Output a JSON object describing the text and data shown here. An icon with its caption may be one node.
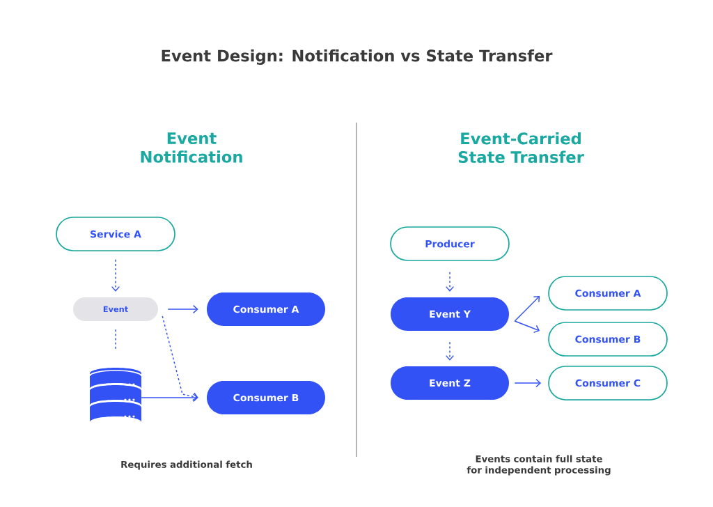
{
  "diagram": {
    "title": "Event Design: Notification vs State Transfer",
    "nodes": [
      {
        "text": [
          "Service A"
        ]
      },
      {
        "text": [
          "Event"
        ]
      },
      {
        "text": [
          "Consumer A"
        ]
      },
      {
        "text": [],
        "shape": "cylinder"
      },
      {
        "text": [
          "Consumer B"
        ]
      },
      {
        "text": [
          "Producer"
        ]
      },
      {
        "text": [
          "Event Y"
        ]
      },
      {
        "text": [
          "Consumer A"
        ]
      },
      {
        "text": [
          "Consumer B"
        ]
      },
      {
        "text": [
          "Event Z"
        ]
      },
      {
        "text": [
          "Consumer C"
        ]
      }
    ],
    "edges": [
      {
        "from": 0,
        "to": 1,
        "arrow": "to",
        "style": "dashed"
      },
      {
        "from": 1,
        "to": 3,
        "arrow": "none",
        "style": "dashed"
      },
      {
        "from": 1,
        "to": 2,
        "arrow": "to"
      },
      {
        "from": 1,
        "to": 4,
        "arrow": "to",
        "style": "dashed"
      },
      {
        "from": 3,
        "to": 4,
        "arrow": "to"
      },
      {
        "from": 5,
        "to": 6,
        "arrow": "to",
        "style": "dashed"
      },
      {
        "from": 6,
        "to": 7,
        "arrow": "to"
      },
      {
        "from": 6,
        "to": 8,
        "arrow": "to"
      },
      {
        "from": 6,
        "to": 9,
        "arrow": "to",
        "style": "dashed"
      },
      {
        "from": 9,
        "to": 10,
        "arrow": "to"
      }
    ],
    "labels": [
      "Event Notification",
      "Event-Carried State Transfer",
      "Requires additional fetch",
      "Events contain full state for independent processing"
    ]
  }
}
